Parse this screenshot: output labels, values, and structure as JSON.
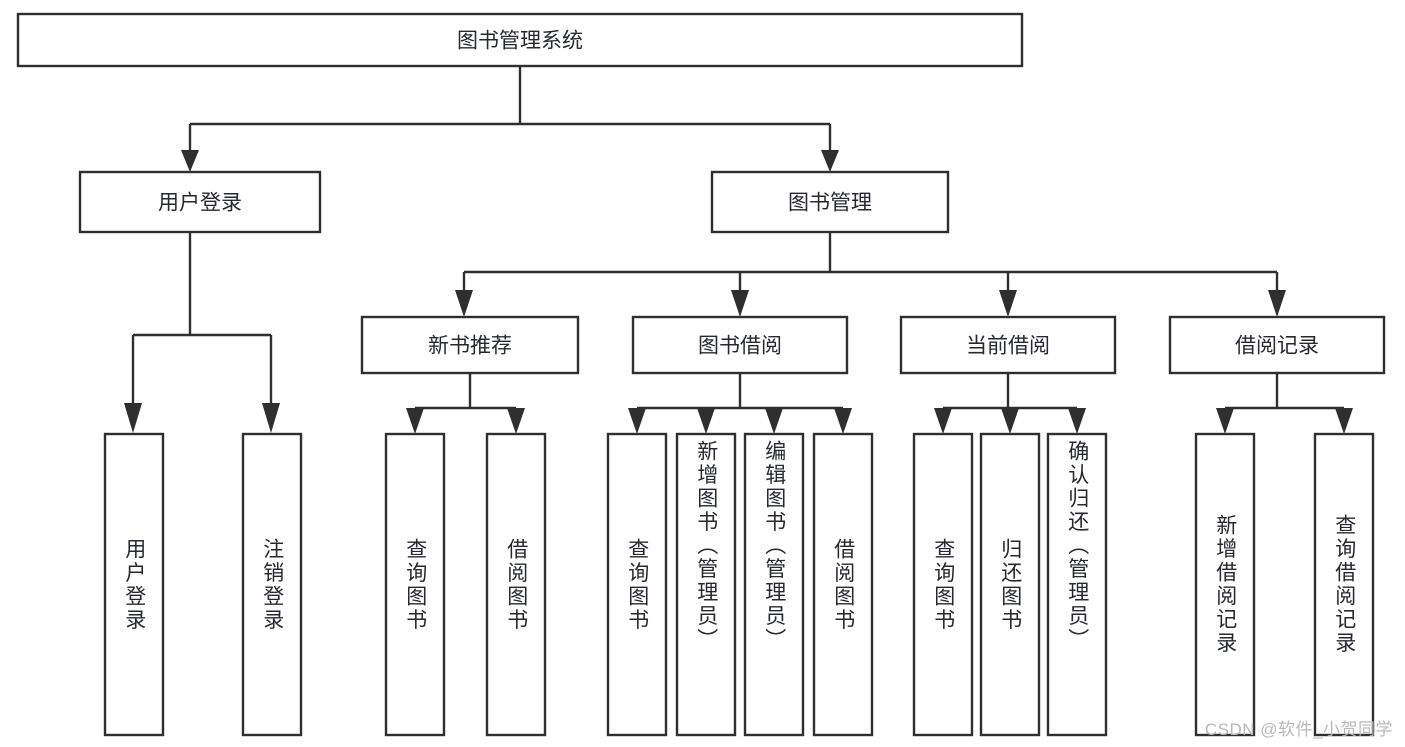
{
  "diagram": {
    "type": "tree",
    "title": "图书管理系统",
    "orientation": "top-down",
    "levels": 4,
    "colors": {
      "background": "#ffffff",
      "box_fill": "#ffffff",
      "box_stroke": "#2f2f2f",
      "text": "#27292e",
      "watermark": "#b9b9b9"
    }
  },
  "root": {
    "label": "图书管理系统"
  },
  "level2": [
    {
      "label": "用户登录"
    },
    {
      "label": "图书管理"
    }
  ],
  "level3": [
    {
      "label": "新书推荐"
    },
    {
      "label": "图书借阅"
    },
    {
      "label": "当前借阅"
    },
    {
      "label": "借阅记录"
    }
  ],
  "leaves": {
    "user_login": [
      {
        "label": "用户登录"
      },
      {
        "label": "注销登录"
      }
    ],
    "new_book_recommend": [
      {
        "label": "查询图书"
      },
      {
        "label": "借阅图书"
      }
    ],
    "book_borrow": [
      {
        "label": "查询图书"
      },
      {
        "label": "新增图书（管理员）"
      },
      {
        "label": "编辑图书（管理员）"
      },
      {
        "label": "借阅图书"
      }
    ],
    "current_borrow": [
      {
        "label": "查询图书"
      },
      {
        "label": "归还图书"
      },
      {
        "label": "确认归还（管理员）"
      }
    ],
    "borrow_record": [
      {
        "label": "新增借阅记录"
      },
      {
        "label": "查询借阅记录"
      }
    ]
  },
  "watermark": {
    "text": "CSDN @软件_小贺同学"
  }
}
